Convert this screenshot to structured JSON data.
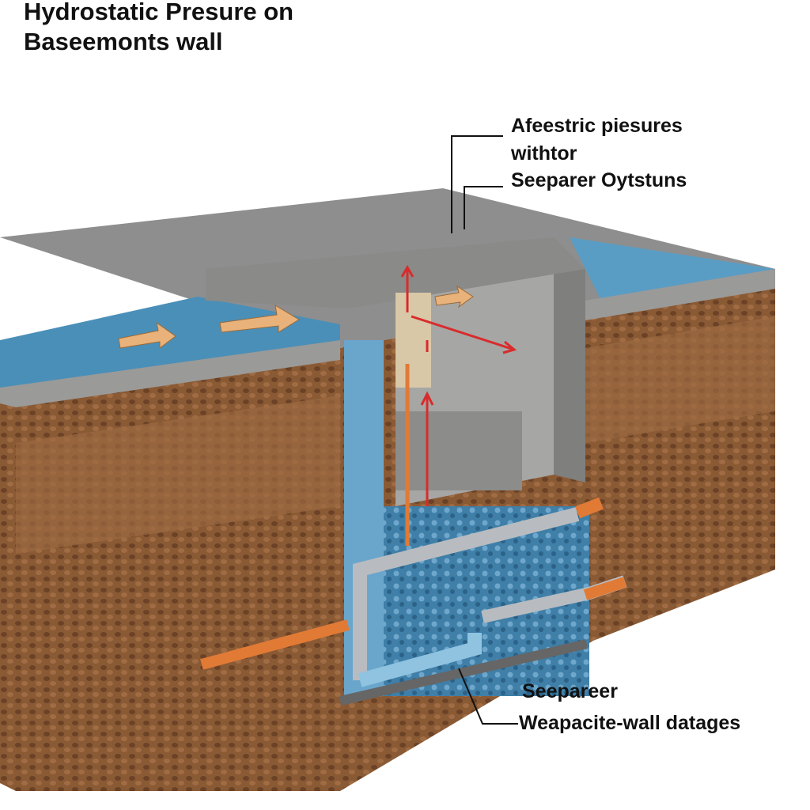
{
  "title": {
    "line1": "Hydrostatic Presure on",
    "line2": "Baseemonts wall"
  },
  "callouts_top": {
    "line1": "Afeestric piesures",
    "line2": "withtor",
    "line3": "Seeparer Oytstuns"
  },
  "callouts_bottom": {
    "line1": "Seepareer",
    "line2": "Weapacite-wall datages"
  },
  "colors": {
    "water": "#4a8fb8",
    "soil": "#8a5a35",
    "concrete": "#9a9a98",
    "pipe": "#e07a35",
    "arrow": "#d92b2b"
  }
}
